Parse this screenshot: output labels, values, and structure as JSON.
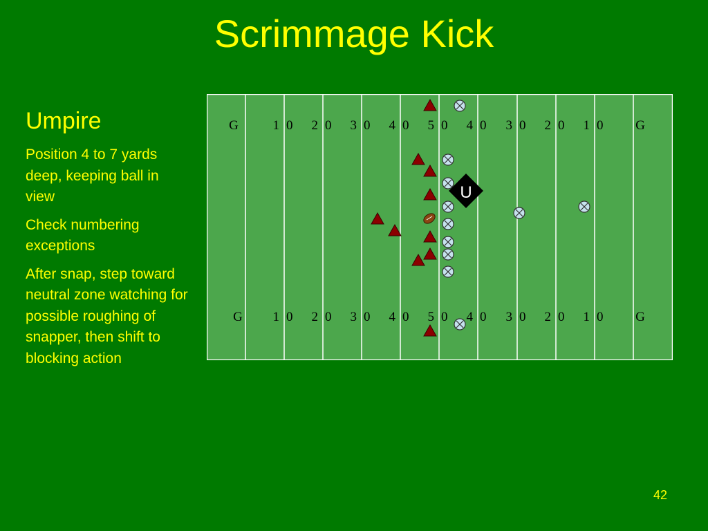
{
  "slide": {
    "title": "Scrimmage Kick",
    "heading": "Umpire",
    "paragraphs": [
      "Position 4 to 7 yards deep, keeping ball in view",
      "Check numbering exceptions",
      "After snap, step toward neutral zone watching for possible roughing of snapper, then shift to blocking action"
    ],
    "page_number": "42"
  },
  "field": {
    "yard_labels": [
      "G",
      "10",
      "20",
      "30",
      "40",
      "50",
      "40",
      "30",
      "20",
      "10",
      "G"
    ],
    "umpire_label": "U",
    "colors": {
      "field": "#4ca74c",
      "lines": "#ffffff",
      "kicking_team": "#8b0000",
      "receiving_team": "#c6e2ee"
    }
  }
}
